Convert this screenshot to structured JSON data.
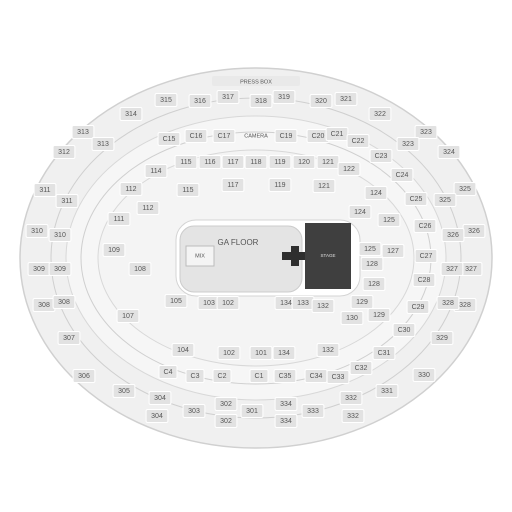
{
  "venue": {
    "press_box": "PRESS BOX",
    "ga_floor": "GA FLOOR",
    "mix": "MIX",
    "stage": "STAGE",
    "camera": "CAMERA"
  },
  "colors": {
    "background": "#ffffff",
    "section": "#e2e2e2",
    "ring": "#cfcfcf",
    "stage": "#3f3f3f",
    "label": "#555555"
  },
  "sections": {
    "upper": [
      "315",
      "316",
      "317",
      "318",
      "319",
      "320",
      "321",
      "314",
      "322",
      "313",
      "323",
      "312",
      "324",
      "311",
      "325",
      "310",
      "326",
      "309",
      "327",
      "308",
      "328",
      "307",
      "329",
      "306",
      "330",
      "305",
      "331",
      "304",
      "303",
      "302",
      "301",
      "334",
      "333",
      "332"
    ],
    "upper_inner": [
      "313",
      "323",
      "311",
      "325",
      "310",
      "326",
      "309",
      "327",
      "308",
      "328",
      "304",
      "302",
      "334",
      "332"
    ],
    "club": [
      "C15",
      "C16",
      "C17",
      "C19",
      "C20",
      "C21",
      "C22",
      "C23",
      "C24",
      "C25",
      "C26",
      "C27",
      "C28",
      "C29",
      "C30",
      "C31",
      "C32",
      "C33",
      "C34",
      "C35",
      "C1",
      "C2",
      "C3",
      "C4"
    ],
    "lower": [
      "114",
      "115",
      "116",
      "117",
      "118",
      "119",
      "120",
      "121",
      "122",
      "112",
      "124",
      "111",
      "125",
      "109",
      "127",
      "108",
      "128",
      "107",
      "129",
      "105",
      "130",
      "104",
      "102",
      "101",
      "134",
      "132"
    ],
    "lower_inner": [
      "115",
      "117",
      "119",
      "121",
      "112",
      "124",
      "125",
      "128",
      "129",
      "103",
      "102",
      "134",
      "133",
      "132"
    ]
  }
}
